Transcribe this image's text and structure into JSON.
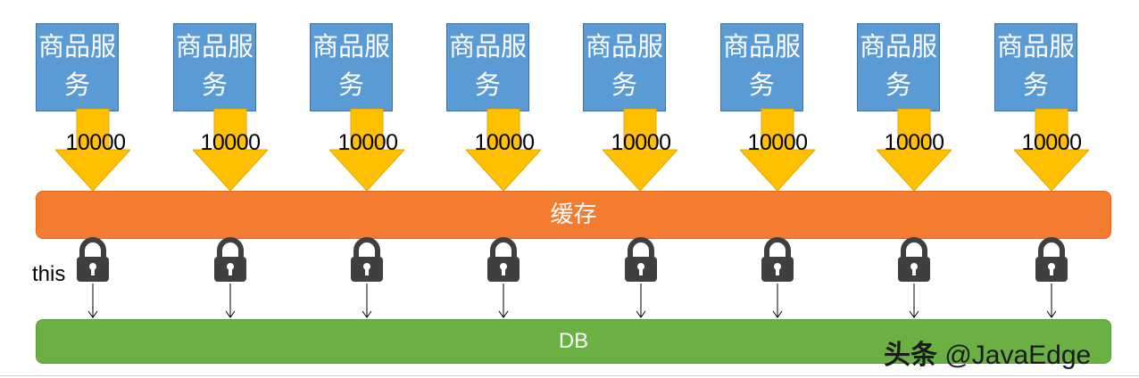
{
  "services": [
    {
      "label": "商品服务",
      "count": "10000"
    },
    {
      "label": "商品服务",
      "count": "10000"
    },
    {
      "label": "商品服务",
      "count": "10000"
    },
    {
      "label": "商品服务",
      "count": "10000"
    },
    {
      "label": "商品服务",
      "count": "10000"
    },
    {
      "label": "商品服务",
      "count": "10000"
    },
    {
      "label": "商品服务",
      "count": "10000"
    },
    {
      "label": "商品服务",
      "count": "10000"
    }
  ],
  "cache_label": "缓存",
  "db_label": "DB",
  "lock_label": "this",
  "watermark": {
    "brand": "头条",
    "handle": "@JavaEdge"
  },
  "colors": {
    "service_box": "#5b9bd5",
    "arrow": "#ffc000",
    "cache": "#f47c30",
    "db": "#6ab043",
    "lock": "#3f3f3f"
  },
  "icons": {
    "lock": "padlock-icon",
    "arrow": "down-arrow-icon"
  }
}
